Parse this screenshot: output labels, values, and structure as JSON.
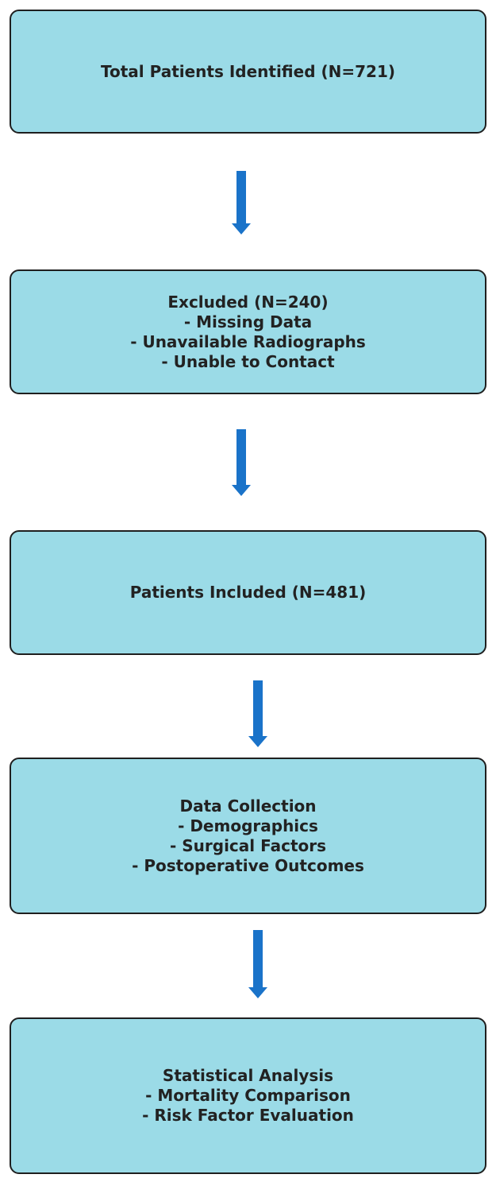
{
  "colors": {
    "box_fill": "#9bdbe7",
    "box_border": "#1f1f1f",
    "text": "#222222",
    "arrow": "#1a73c9"
  },
  "flowchart": {
    "boxes": [
      {
        "lines": [
          "Total Patients Identified (N=721)"
        ]
      },
      {
        "lines": [
          "Excluded (N=240)",
          "- Missing Data",
          "- Unavailable Radiographs",
          "- Unable to Contact"
        ]
      },
      {
        "lines": [
          "Patients Included (N=481)"
        ]
      },
      {
        "lines": [
          "Data Collection",
          "- Demographics",
          "- Surgical Factors",
          "- Postoperative Outcomes"
        ]
      },
      {
        "lines": [
          "Statistical Analysis",
          "- Mortality Comparison",
          "- Risk Factor Evaluation"
        ]
      }
    ],
    "arrows": [
      {
        "from": 0,
        "to": 1,
        "icon": "arrow-down-icon"
      },
      {
        "from": 1,
        "to": 2,
        "icon": "arrow-down-icon"
      },
      {
        "from": 2,
        "to": 3,
        "icon": "arrow-down-icon"
      },
      {
        "from": 3,
        "to": 4,
        "icon": "arrow-down-icon"
      }
    ]
  }
}
